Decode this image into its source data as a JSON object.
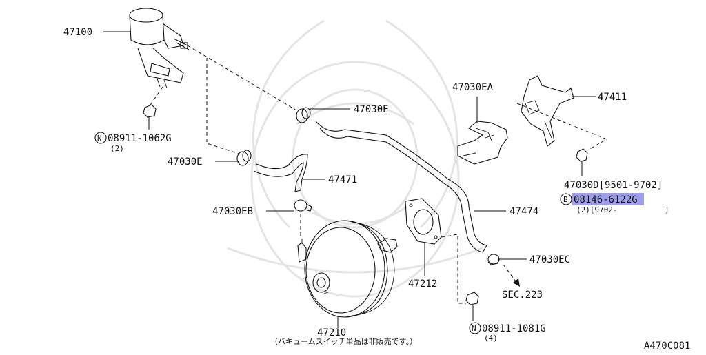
{
  "labels": {
    "p47100": "47100",
    "p47030E_top": "47030E",
    "p47030E_left": "47030E",
    "p47471": "47471",
    "p47030EA": "47030EA",
    "p47411": "47411",
    "p47474": "47474",
    "p47030EB": "47030EB",
    "p47212": "47212",
    "p47210": "47210",
    "p47030EC": "47030EC",
    "sec223": "SEC.223",
    "p47030D": "47030D[9501-9702]",
    "bolt_08146": "08146-6122G",
    "bolt_08146_qty": "(2)[9702-",
    "bolt_08146_close": "]",
    "nut_08911_1062": "08911-1062G",
    "nut_08911_1062_qty": "(2)",
    "nut_08911_1081": "08911-1081G",
    "nut_08911_1081_qty": "(4)",
    "circle_N": "N",
    "circle_B": "B",
    "footnote": "（バキュームスイッチ単品は非販売です。）",
    "diagram_code": "A470C081"
  }
}
